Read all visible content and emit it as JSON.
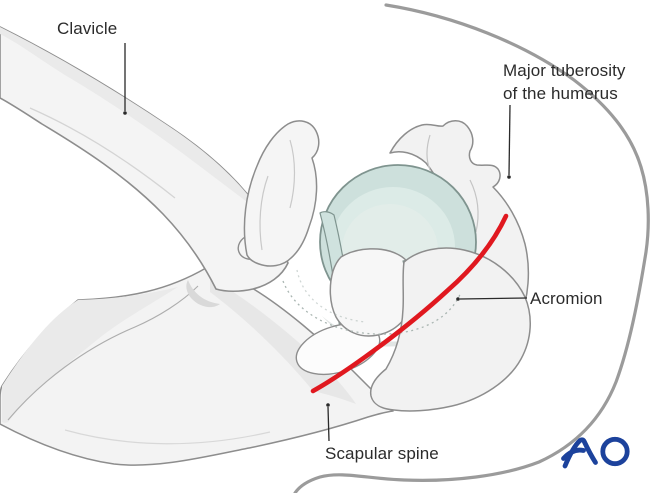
{
  "figure": {
    "type": "medical-illustration",
    "subject": "Superior view of the shoulder with skin incision marking along the scapular spine and acromion",
    "labels": {
      "clavicle": "Clavicle",
      "major_tuberosity": "Major tuberosity\nof the humerus",
      "acromion": "Acromion",
      "scapular_spine": "Scapular spine"
    },
    "logo": "AO",
    "colors": {
      "incision_red": "#e0181f",
      "bone_fill": "#f3f3f3",
      "bone_outline": "#8d8d8d",
      "humeral_head_teal": "#cde0dc",
      "humeral_head_inner": "#dcebe7",
      "cartilage_teal": "#cfe2de",
      "body_contour_gray": "#9b9b9b",
      "leader_line": "#2a2a2a",
      "label_text": "#2b2b2b",
      "logo_blue": "#1c429c"
    }
  }
}
